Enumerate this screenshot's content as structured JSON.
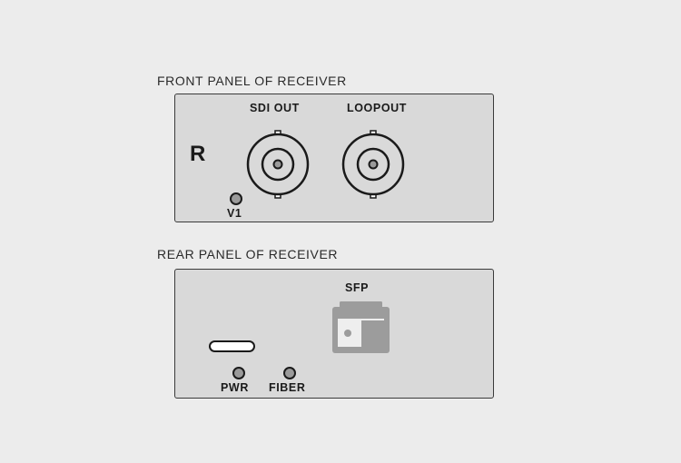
{
  "front": {
    "title": "FRONT PANEL OF RECEIVER",
    "marker": "R",
    "connector_labels": [
      "SDI OUT",
      "LOOPOUT"
    ],
    "led_label": "V1"
  },
  "rear": {
    "title": "REAR PANEL OF RECEIVER",
    "sfp_label": "SFP",
    "led_labels": [
      "PWR",
      "FIBER"
    ]
  },
  "icons": [
    "bnc-connector-icon",
    "sfp-port-icon",
    "led-indicator",
    "power-slot"
  ]
}
